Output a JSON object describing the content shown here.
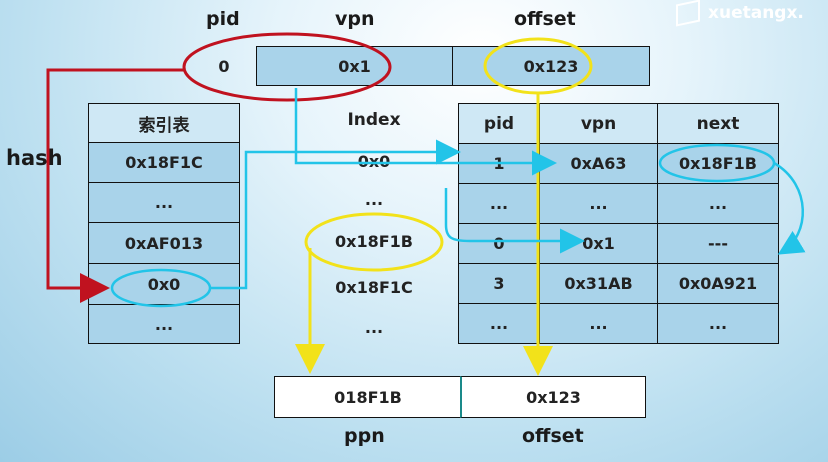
{
  "logo": {
    "text": "xuetangx."
  },
  "va": {
    "headers": {
      "pid": "pid",
      "vpn": "vpn",
      "offset": "offset"
    },
    "pid": "0",
    "vpn": "0x1",
    "offset": "0x123"
  },
  "hash_label": "hash",
  "index_table": {
    "header": "索引表",
    "rows": [
      "0x18F1C",
      "...",
      "0xAF013",
      "0x0",
      "..."
    ]
  },
  "index_list": {
    "header": "Index",
    "items": [
      "0x0",
      "...",
      "0x18F1B",
      "0x18F1C",
      "..."
    ]
  },
  "page_table": {
    "headers": [
      "pid",
      "vpn",
      "next"
    ],
    "rows": [
      [
        "1",
        "0xA63",
        "0x18F1B"
      ],
      [
        "...",
        "...",
        "..."
      ],
      [
        "0",
        "0x1",
        "---"
      ],
      [
        "3",
        "0x31AB",
        "0x0A921"
      ],
      [
        "...",
        "...",
        "..."
      ]
    ]
  },
  "pa": {
    "ppn": "018F1B",
    "offset": "0x123",
    "labels": {
      "ppn": "ppn",
      "offset": "offset"
    }
  },
  "colors": {
    "red": "#c0121f",
    "yellow": "#f2e21a",
    "cyan": "#22c4e8"
  }
}
